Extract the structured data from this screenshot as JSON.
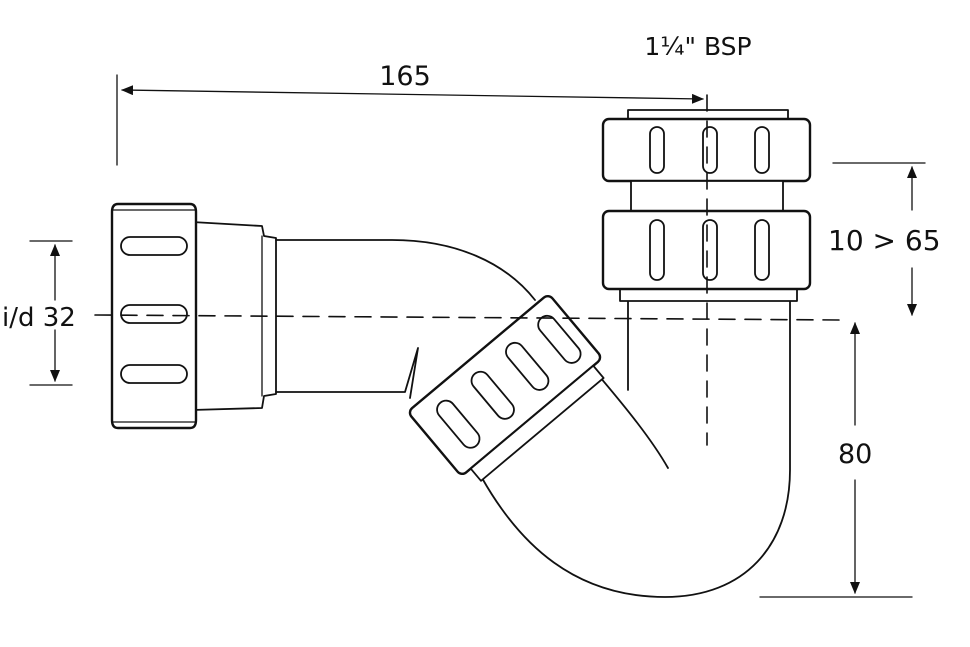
{
  "dimensions": {
    "length": "165",
    "thread": "1¼\" BSP",
    "inlet": "i/d 32",
    "adjust_range": "10 > 65",
    "seal_depth": "80"
  }
}
